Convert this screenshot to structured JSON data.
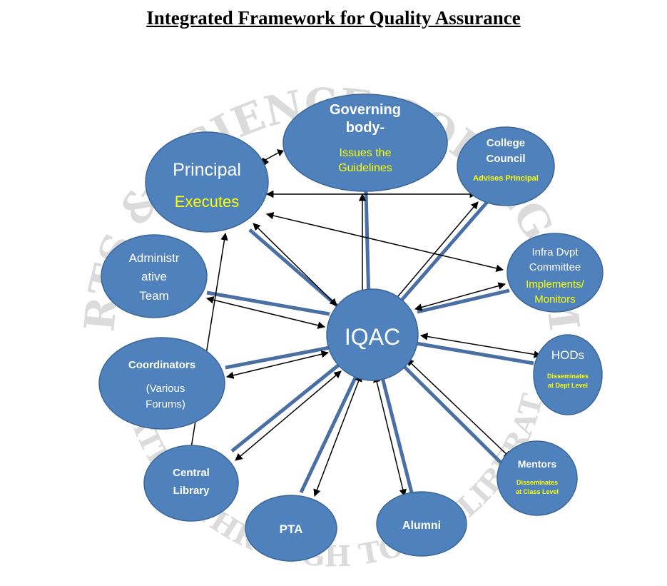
{
  "title": "Integrated Framework for Quality Assurance",
  "colors": {
    "node_fill": "#4f81bd",
    "node_stroke": "#3c6696",
    "node_text": "#ffffff",
    "sub_text": "#ffff00",
    "spoke": "#4a6fa5",
    "arrow": "#000000",
    "watermark": "#d8d8d8"
  },
  "watermark": {
    "ring_text": "MARYMATHA ARTS & SCIENCE COLLEGE MANANTHAVADY",
    "motto": "ELEVATION THROUGH TOTAL LIBERATION"
  },
  "nodes": {
    "iqac": {
      "label": "IQAC"
    },
    "governing": {
      "label_lines": [
        "Governing",
        "body-"
      ],
      "sub_lines": [
        "Issues the",
        "Guidelines"
      ]
    },
    "principal": {
      "label": "Principal",
      "sub": "Executes"
    },
    "council": {
      "label_lines": [
        "College",
        "Council"
      ],
      "sub": "Advises Principal"
    },
    "admin": {
      "label_lines": [
        "Administr",
        "ative",
        "Team"
      ]
    },
    "infra": {
      "label_lines": [
        "Infra Dvpt",
        "Committee"
      ],
      "sub_lines": [
        "Implements/",
        "Monitors"
      ]
    },
    "coordinators": {
      "label": "Coordinators",
      "sub_lines": [
        "(Various",
        "Forums)"
      ]
    },
    "hods": {
      "label": "HODs",
      "sub_lines": [
        "Disseminates",
        "at Dept Level"
      ]
    },
    "library": {
      "label_lines": [
        "Central",
        "Library"
      ]
    },
    "mentors": {
      "label": "Mentors",
      "sub_lines": [
        "Disseminates",
        "at Class Level"
      ]
    },
    "pta": {
      "label": "PTA"
    },
    "alumni": {
      "label": "Alumni"
    }
  }
}
